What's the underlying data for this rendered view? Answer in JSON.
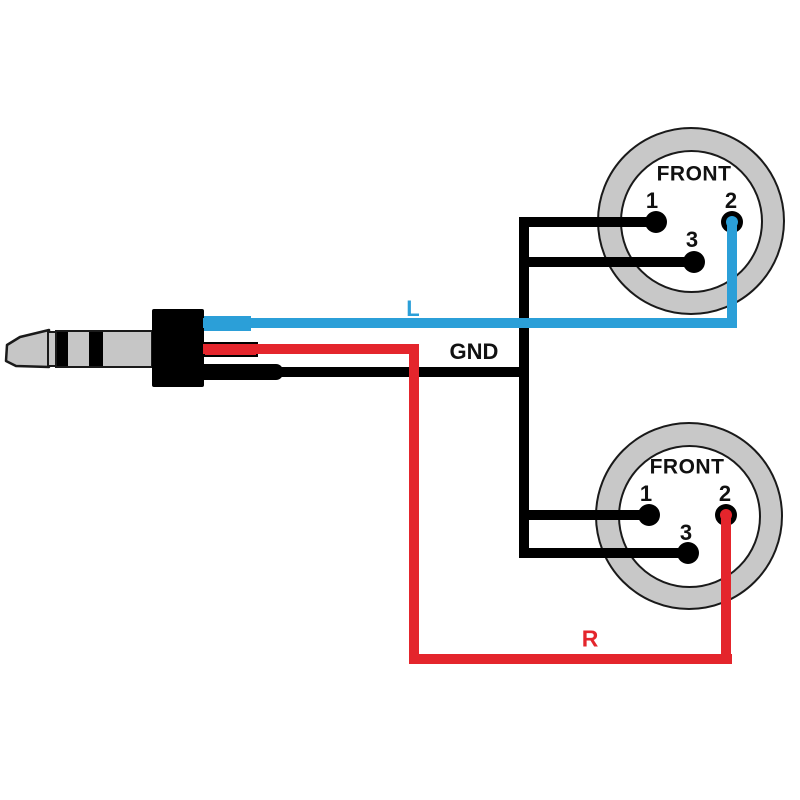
{
  "diagram": {
    "labels": {
      "left_channel": "L",
      "right_channel": "R",
      "ground": "GND"
    },
    "colors": {
      "left_channel_wire": "#2B9FD8",
      "right_channel_wire": "#E4252C",
      "ground_wire": "#000000",
      "connector_ring": "#C8C8C8",
      "connector_outline": "#1A1A1A",
      "jack_metal": "#C6C6C6",
      "jack_body": "#000000",
      "label_text": "#111111",
      "background": "#FFFFFF"
    },
    "xlr_top": {
      "front_label": "FRONT",
      "pins": [
        "1",
        "2",
        "3"
      ]
    },
    "xlr_bottom": {
      "front_label": "FRONT",
      "pins": [
        "1",
        "2",
        "3"
      ]
    }
  }
}
